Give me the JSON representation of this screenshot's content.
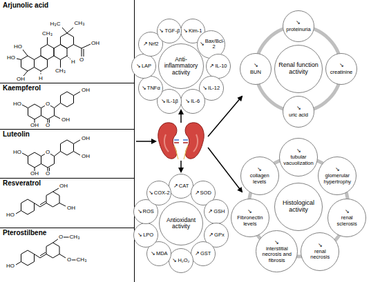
{
  "diagram": {
    "nodes": [
      {
        "text": [
          "Arjunolic acid"
        ]
      },
      {
        "text": [
          "Kaempferol"
        ]
      },
      {
        "text": [
          "Luteolin"
        ]
      },
      {
        "text": [
          "Resveratrol"
        ]
      },
      {
        "text": [
          "Pterostilbene"
        ]
      },
      {
        "text": [
          "Anti-inflammatory activity"
        ]
      },
      {
        "text": [
          "↘",
          "Kim-1"
        ]
      },
      {
        "text": [
          "↘",
          "Bax/Bcl-2"
        ]
      },
      {
        "text": [
          "↗",
          "IL-10"
        ]
      },
      {
        "text": [
          "↘",
          "IL-12"
        ]
      },
      {
        "text": [
          "↘",
          "IL-6"
        ]
      },
      {
        "text": [
          "↘",
          "IL-1β"
        ]
      },
      {
        "text": [
          "↘",
          "TNFα"
        ]
      },
      {
        "text": [
          "↘",
          "LAP"
        ]
      },
      {
        "text": [
          "↗",
          "Nrf2"
        ]
      },
      {
        "text": [
          "↘",
          "TGF-β"
        ]
      },
      {
        "text": [
          "Antioxidant activity"
        ]
      },
      {
        "text": [
          "↗",
          "CAT"
        ]
      },
      {
        "text": [
          "↗",
          "SOD"
        ]
      },
      {
        "text": [
          "↗",
          "GSH"
        ]
      },
      {
        "text": [
          "↗",
          "GPx"
        ]
      },
      {
        "text": [
          "↗",
          "GST"
        ]
      },
      {
        "text": [
          "↘",
          "H₂O₂"
        ]
      },
      {
        "text": [
          "↘",
          "MDA"
        ]
      },
      {
        "text": [
          "↘",
          "LPO"
        ]
      },
      {
        "text": [
          "↘",
          "ROS"
        ]
      },
      {
        "text": [
          "↘",
          "COX-2"
        ]
      },
      {
        "text": [
          "Renal function activity"
        ]
      },
      {
        "text": [
          "↘",
          "proteinuria"
        ]
      },
      {
        "text": [
          "↘",
          "creatinine"
        ]
      },
      {
        "text": [
          "↘",
          "uric acid"
        ]
      },
      {
        "text": [
          "↘",
          "BUN"
        ]
      },
      {
        "text": [
          "Histological activity"
        ]
      },
      {
        "text": [
          "↘",
          "tubular vacuolization"
        ]
      },
      {
        "text": [
          "↘",
          "glomerular hypertrophy"
        ]
      },
      {
        "text": [
          "↘",
          "renal sclerosis"
        ]
      },
      {
        "text": [
          "↘",
          "renal necrosis"
        ]
      },
      {
        "text": [
          "↘",
          "interstitial necrosis and fibrosis"
        ]
      },
      {
        "text": [
          "↘",
          "Fibronectin levels"
        ]
      },
      {
        "text": [
          "↘",
          "collagen levels"
        ]
      }
    ],
    "labels": [
      "H₃C",
      "CH₃",
      "OH",
      "O",
      "HO",
      "HO",
      "H",
      "H",
      "CH₃",
      "CH₃",
      "OH",
      "OH",
      "HO",
      "O",
      "OH",
      "OH",
      "O",
      "OH",
      "OH",
      "HO",
      "O",
      "OH",
      "O",
      "HO",
      "OH",
      "OH",
      "HO",
      "O",
      "CH₃",
      "O",
      "CH₃"
    ]
  }
}
